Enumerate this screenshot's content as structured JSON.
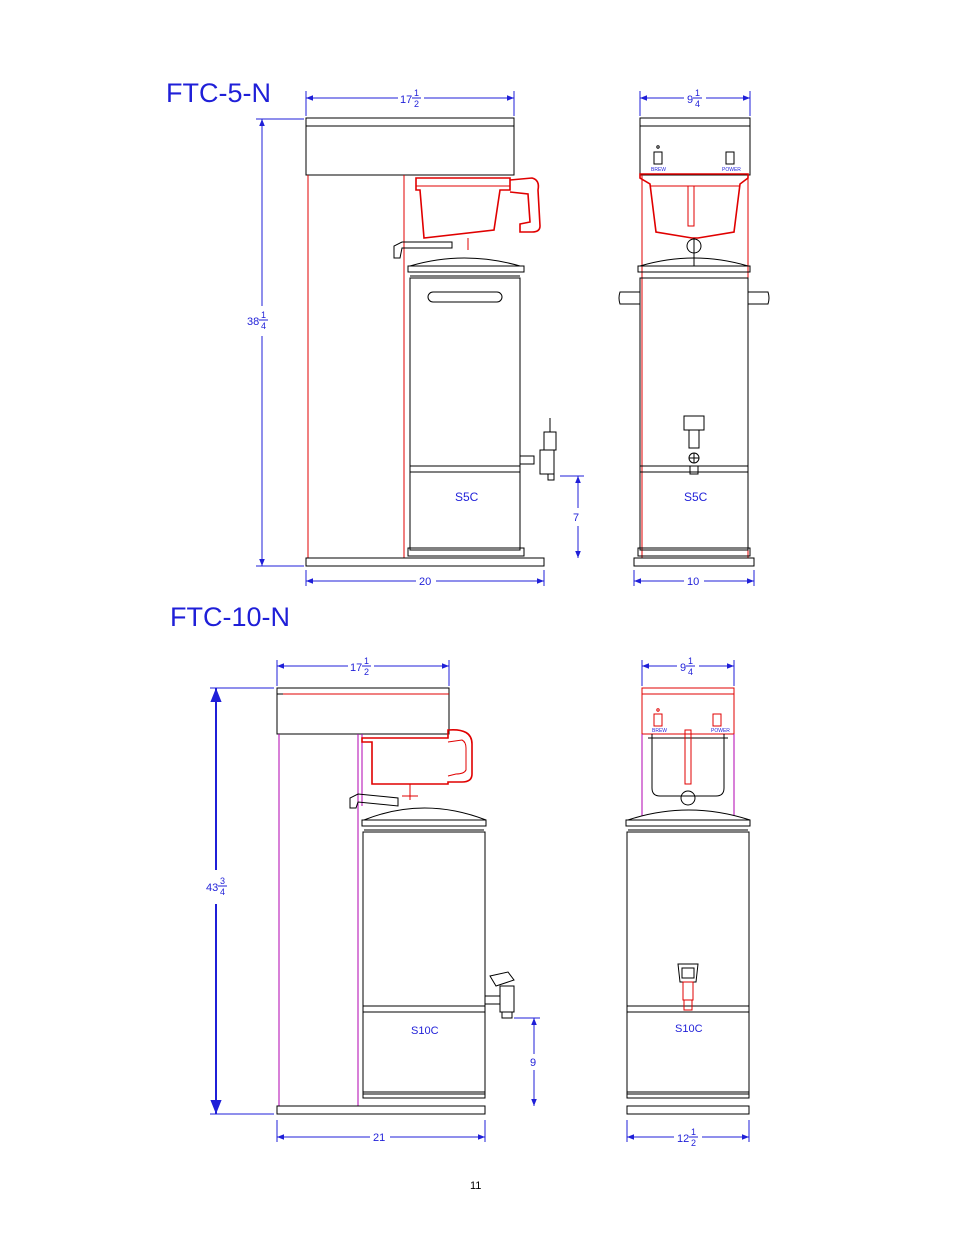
{
  "sections": [
    {
      "title": "FTC-5-N",
      "side_view": {
        "width_dim": {
          "whole": "17",
          "num": "1",
          "den": "2"
        },
        "height_dim": {
          "whole": "38",
          "num": "1",
          "den": "4"
        },
        "base_dim": "20",
        "faucet_height_dim": "7",
        "server_label": "S5C"
      },
      "front_view": {
        "width_dim": {
          "whole": "9",
          "num": "1",
          "den": "4"
        },
        "base_dim": "10",
        "server_label": "S5C",
        "brew_label": "BREW",
        "power_label": "POWER"
      }
    },
    {
      "title": "FTC-10-N",
      "side_view": {
        "width_dim": {
          "whole": "17",
          "num": "1",
          "den": "2"
        },
        "height_dim": {
          "whole": "43",
          "num": "3",
          "den": "4"
        },
        "base_dim": "21",
        "faucet_height_dim": "9",
        "server_label": "S10C"
      },
      "front_view": {
        "width_dim": {
          "whole": "9",
          "num": "1",
          "den": "4"
        },
        "base_dim": {
          "whole": "12",
          "num": "1",
          "den": "2"
        },
        "server_label": "S10C",
        "brew_label": "BREW",
        "power_label": "POWER"
      }
    }
  ],
  "page_number": "11",
  "colors": {
    "dimension": "#1f1fd8",
    "brew_basket": "#e00000",
    "outline": "#000000",
    "stand": "#b000b0"
  }
}
